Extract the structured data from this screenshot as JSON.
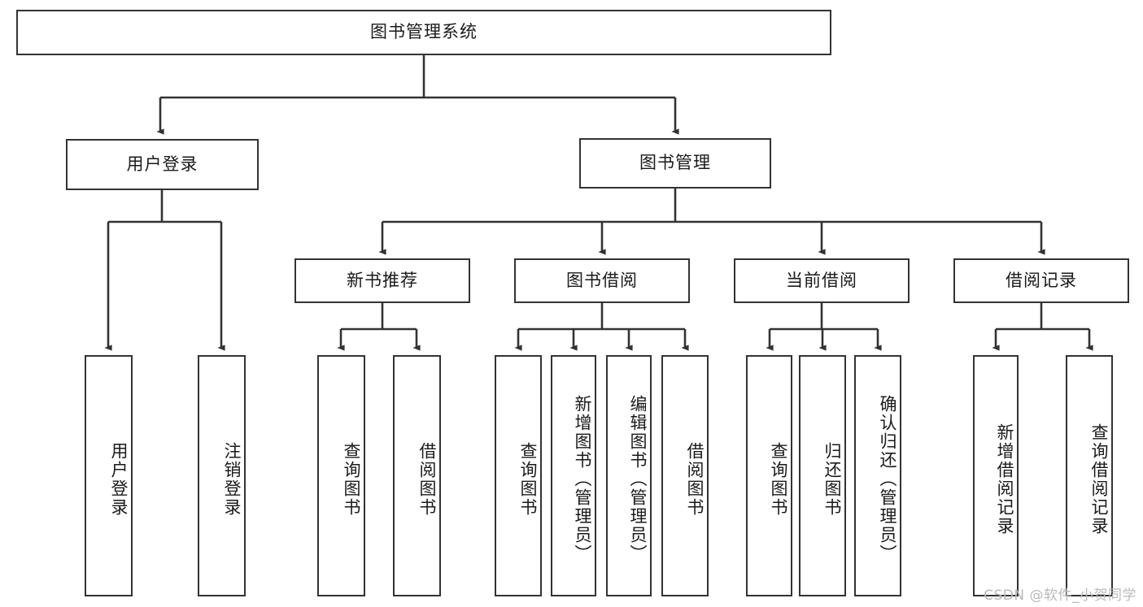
{
  "diagram": {
    "title": "图书管理系统",
    "type": "tree-hierarchy-chart",
    "stroke_color": "#333333",
    "fill_color": "#ffffff",
    "text_color": "#1a1a1a"
  },
  "root": {
    "label": "图书管理系统"
  },
  "level2": [
    {
      "label": "用户登录"
    },
    {
      "label": "图书管理"
    }
  ],
  "level3": [
    {
      "label": "新书推荐"
    },
    {
      "label": "图书借阅"
    },
    {
      "label": "当前借阅"
    },
    {
      "label": "借阅记录"
    }
  ],
  "leaves": {
    "user_login": [
      {
        "label": "用户登录"
      },
      {
        "label": "注销登录"
      }
    ],
    "new_book": [
      {
        "label": "查询图书"
      },
      {
        "label": "借阅图书"
      }
    ],
    "book_borrow": [
      {
        "label": "查询图书"
      },
      {
        "label": "新增图书（管理员）"
      },
      {
        "label": "编辑图书（管理员）"
      },
      {
        "label": "借阅图书"
      }
    ],
    "current_borrow": [
      {
        "label": "查询图书"
      },
      {
        "label": "归还图书"
      },
      {
        "label": "确认归还（管理员）"
      }
    ],
    "borrow_record": [
      {
        "label": "新增借阅记录"
      },
      {
        "label": "查询借阅记录"
      }
    ]
  },
  "watermark": {
    "text": "CSDN @软件_小贺同学"
  }
}
